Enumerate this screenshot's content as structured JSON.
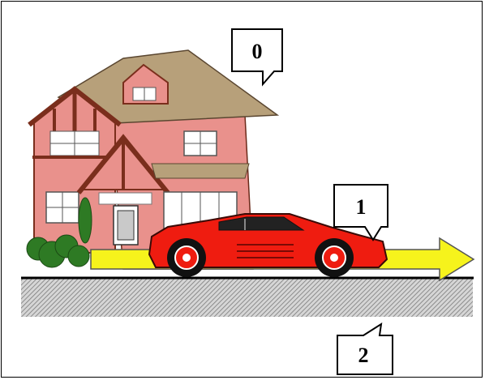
{
  "labels": {
    "house": "0",
    "car": "1",
    "ground": "2"
  },
  "colors": {
    "house_wall": "#e9918c",
    "house_roof": "#b19a73",
    "house_trim": "#7a2e1c",
    "car_body": "#ef1c10",
    "arrow_fill": "#f6f31c",
    "ground_line": "#000000",
    "ground_hatch": "#8c8c8c",
    "bush": "#2e7a24"
  },
  "icons": {
    "house": "house-illustration",
    "car": "red-sports-car",
    "arrow": "motion-arrow",
    "ground": "hatched-ground"
  }
}
